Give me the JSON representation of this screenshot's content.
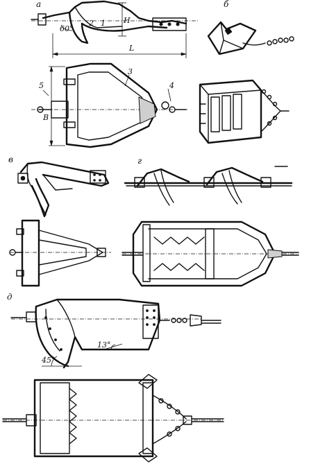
{
  "labels": {
    "a": "а",
    "b": "б",
    "v": "в",
    "g": "г",
    "d": "д",
    "n1": "1",
    "n2": "2",
    "n3": "3",
    "n4": "4",
    "n5": "5",
    "angle60": "60°",
    "H": "H",
    "L": "L",
    "B": "B",
    "angle45": "45°",
    "angle13": "13°"
  }
}
